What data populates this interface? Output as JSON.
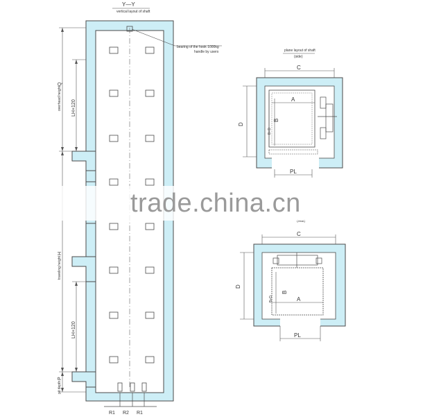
{
  "section_title": "Y—Y",
  "section_subtitle": "vertical layout of shaft",
  "hook_note_line1": "bearing of  the hook 1000kg",
  "hook_note_line2": "handle by users",
  "dim_top_label": "Q",
  "dim_top_sub": "overhead height",
  "dim_mid_label": "H",
  "dim_mid_sub": "traveling height",
  "dim_bot_label": "P",
  "dim_bot_sub": "pit depth",
  "lh_label_1": "LH+120",
  "lh_label_2": "LH+120",
  "bottom_labels": [
    "R1",
    "R2",
    "R1"
  ],
  "plan_side_title": "plane layout of shaft",
  "plan_side_subtitle": "(side)",
  "plan_rear_subtitle": "(rear)",
  "plan_top": {
    "C": "C",
    "D": "D",
    "A": "A",
    "B": "B",
    "BH": "B+D",
    "PL": "PL"
  },
  "plan_bot": {
    "C": "C",
    "D": "D",
    "A": "A",
    "B": "B",
    "BH": "B+D",
    "PL": "PL"
  },
  "watermark": "trade.china.cn",
  "colors": {
    "wall": "#cdeef6",
    "line": "#4a4a4a",
    "dim": "#555555",
    "watermark": "#9a9a9a"
  }
}
